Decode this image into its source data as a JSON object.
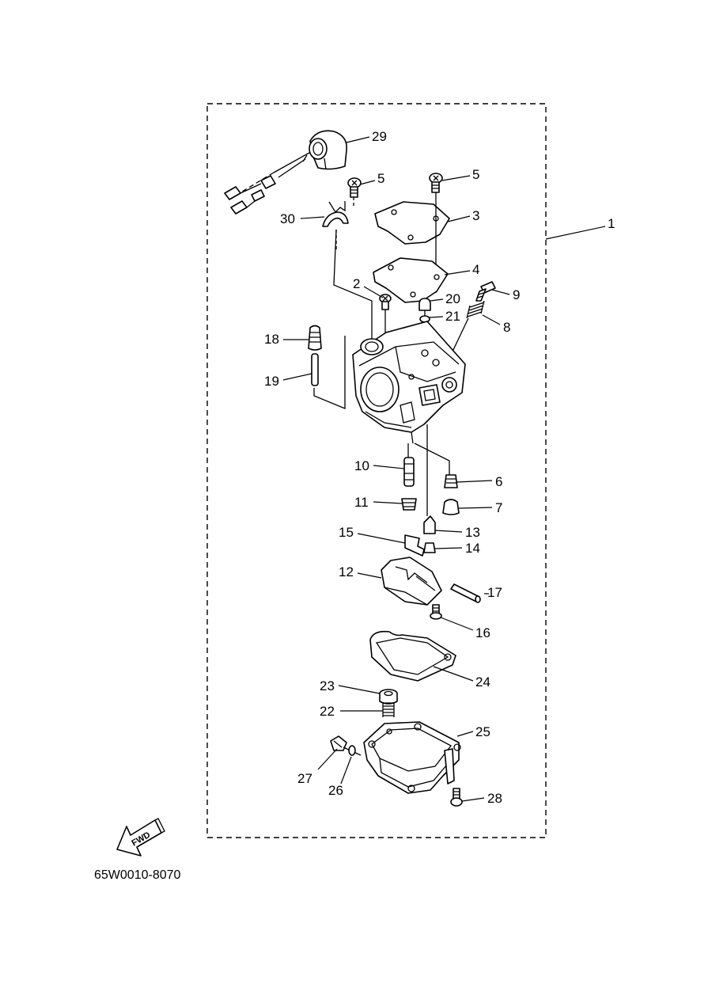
{
  "diagram": {
    "drawing_code": "65W0010-8070",
    "direction_arrow_label": "FWD",
    "part_labels": {
      "p1": "1",
      "p2": "2",
      "p3": "3",
      "p4": "4",
      "p5a": "5",
      "p5b": "5",
      "p6": "6",
      "p7": "7",
      "p8": "8",
      "p9": "9",
      "p10": "10",
      "p11": "11",
      "p12": "12",
      "p13": "13",
      "p14": "14",
      "p15": "15",
      "p16": "16",
      "p17": "17",
      "p18": "18",
      "p19": "19",
      "p20": "20",
      "p21": "21",
      "p22": "22",
      "p23": "23",
      "p24": "24",
      "p25": "25",
      "p26": "26",
      "p27": "27",
      "p28": "28",
      "p29": "29",
      "p30": "30"
    }
  }
}
